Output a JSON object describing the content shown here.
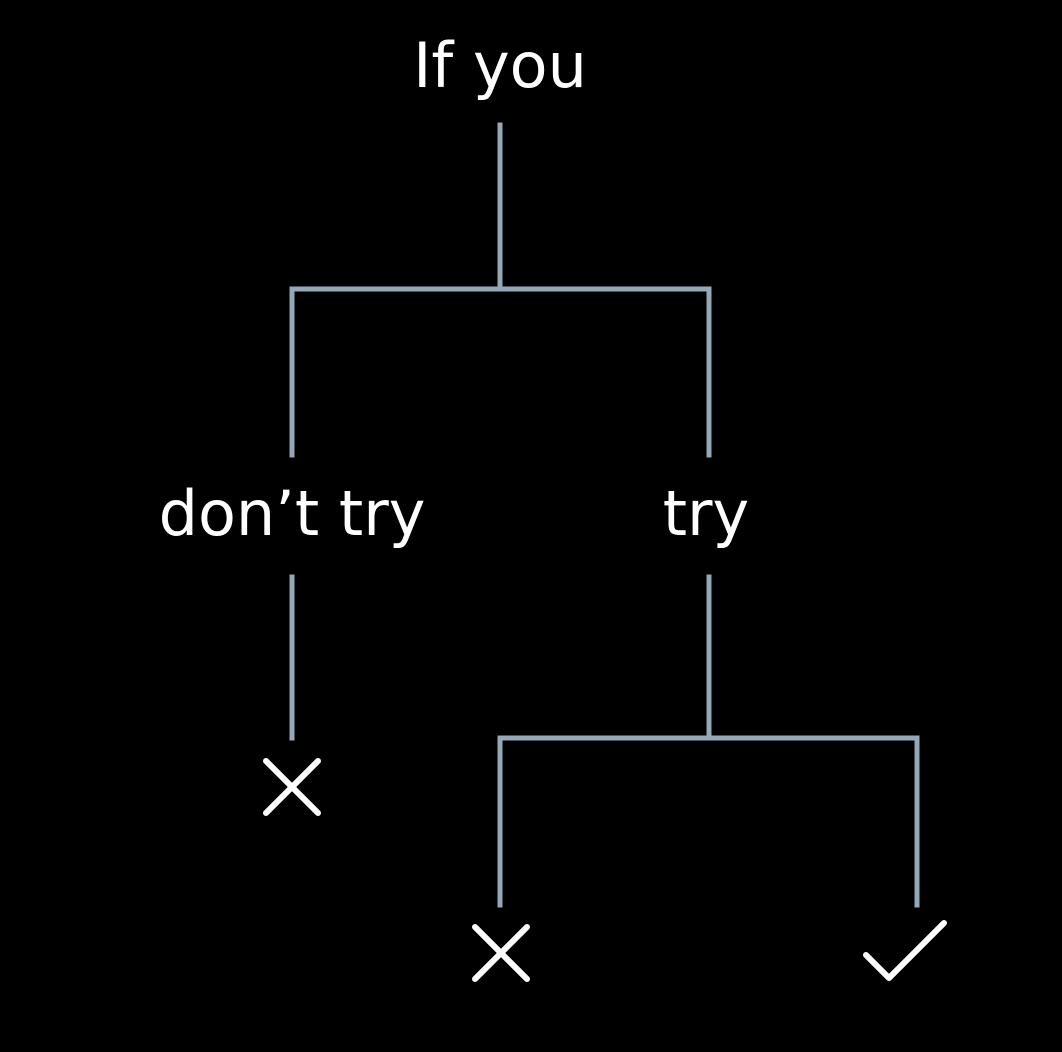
{
  "diagram": {
    "root_label": "If you",
    "left_label": "don’t try",
    "right_label": "try",
    "outcomes": [
      {
        "branch": "don’t try",
        "icon": "cross-icon"
      },
      {
        "branch": "try",
        "icon": "cross-icon"
      },
      {
        "branch": "try",
        "icon": "check-icon"
      }
    ]
  },
  "colors": {
    "background": "#000000",
    "lines": "#93a9b8",
    "text": "#ffffff"
  }
}
